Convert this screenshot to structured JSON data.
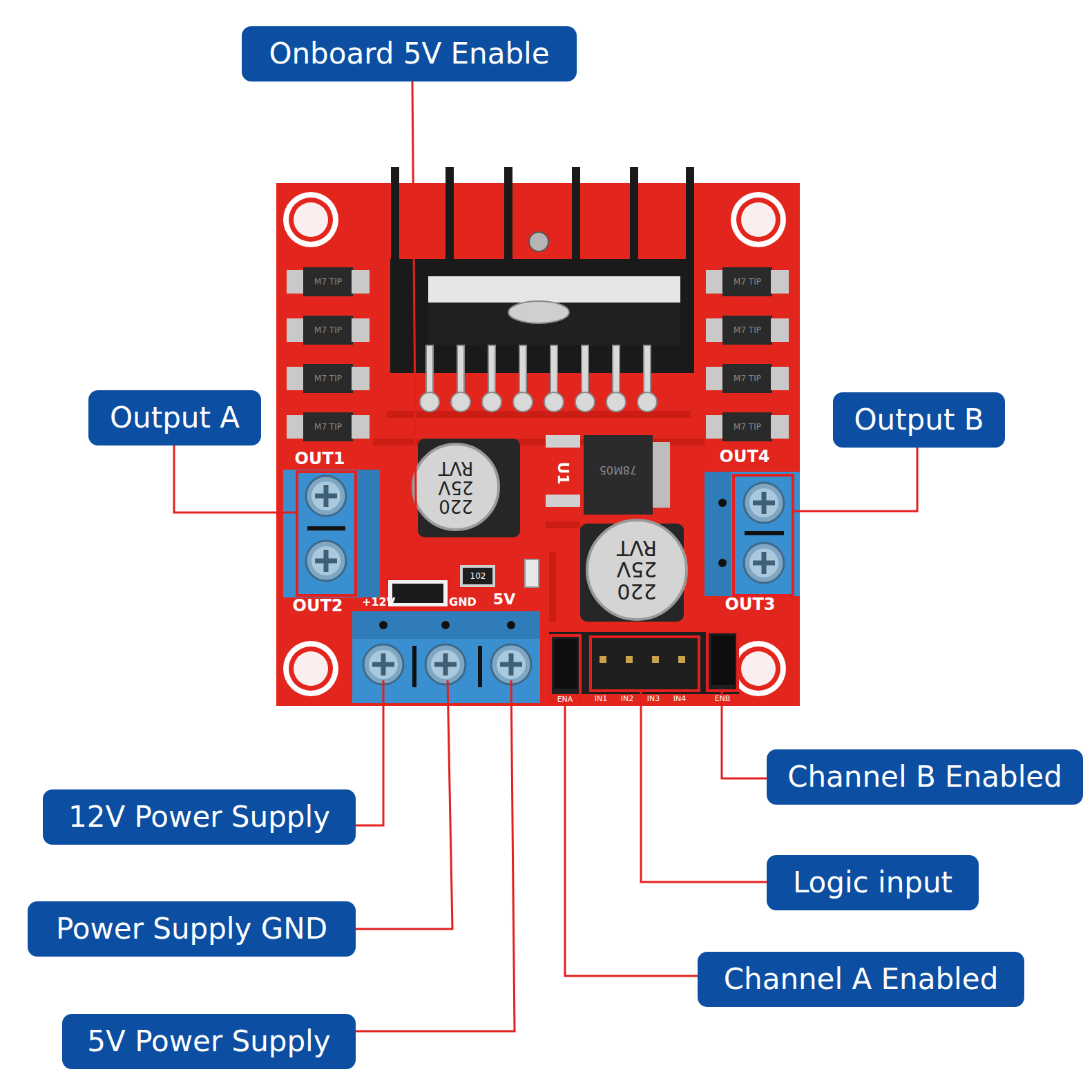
{
  "diagram": {
    "nodes": [
      {
        "text": [
          "Onboard 5V Enable"
        ]
      },
      {
        "text": [
          "Output A"
        ]
      },
      {
        "text": [
          "Output B"
        ]
      },
      {
        "text": [
          "Channel B Enabled"
        ]
      },
      {
        "text": [
          "12V Power Supply"
        ]
      },
      {
        "text": [
          "Logic input"
        ]
      },
      {
        "text": [
          "Power Supply GND"
        ]
      },
      {
        "text": [
          "Channel A Enabled"
        ]
      },
      {
        "text": [
          "5V Power Supply"
        ]
      }
    ],
    "labels": [
      "OUT1",
      "OUT2",
      "OUT3",
      "OUT4",
      "+12V",
      "GND",
      "5V",
      "ENA",
      "IN1",
      "IN2",
      "IN3",
      "IN4",
      "ENB",
      "220 25V RVT",
      "220 25V RVT",
      "78M05",
      "U1",
      "102",
      "M7 TIP",
      "M7 TIP",
      "M7 TIP",
      "M7 TIP",
      "M7 TIP",
      "M7 TIP",
      "M7 TIP",
      "M7 TIP"
    ]
  }
}
